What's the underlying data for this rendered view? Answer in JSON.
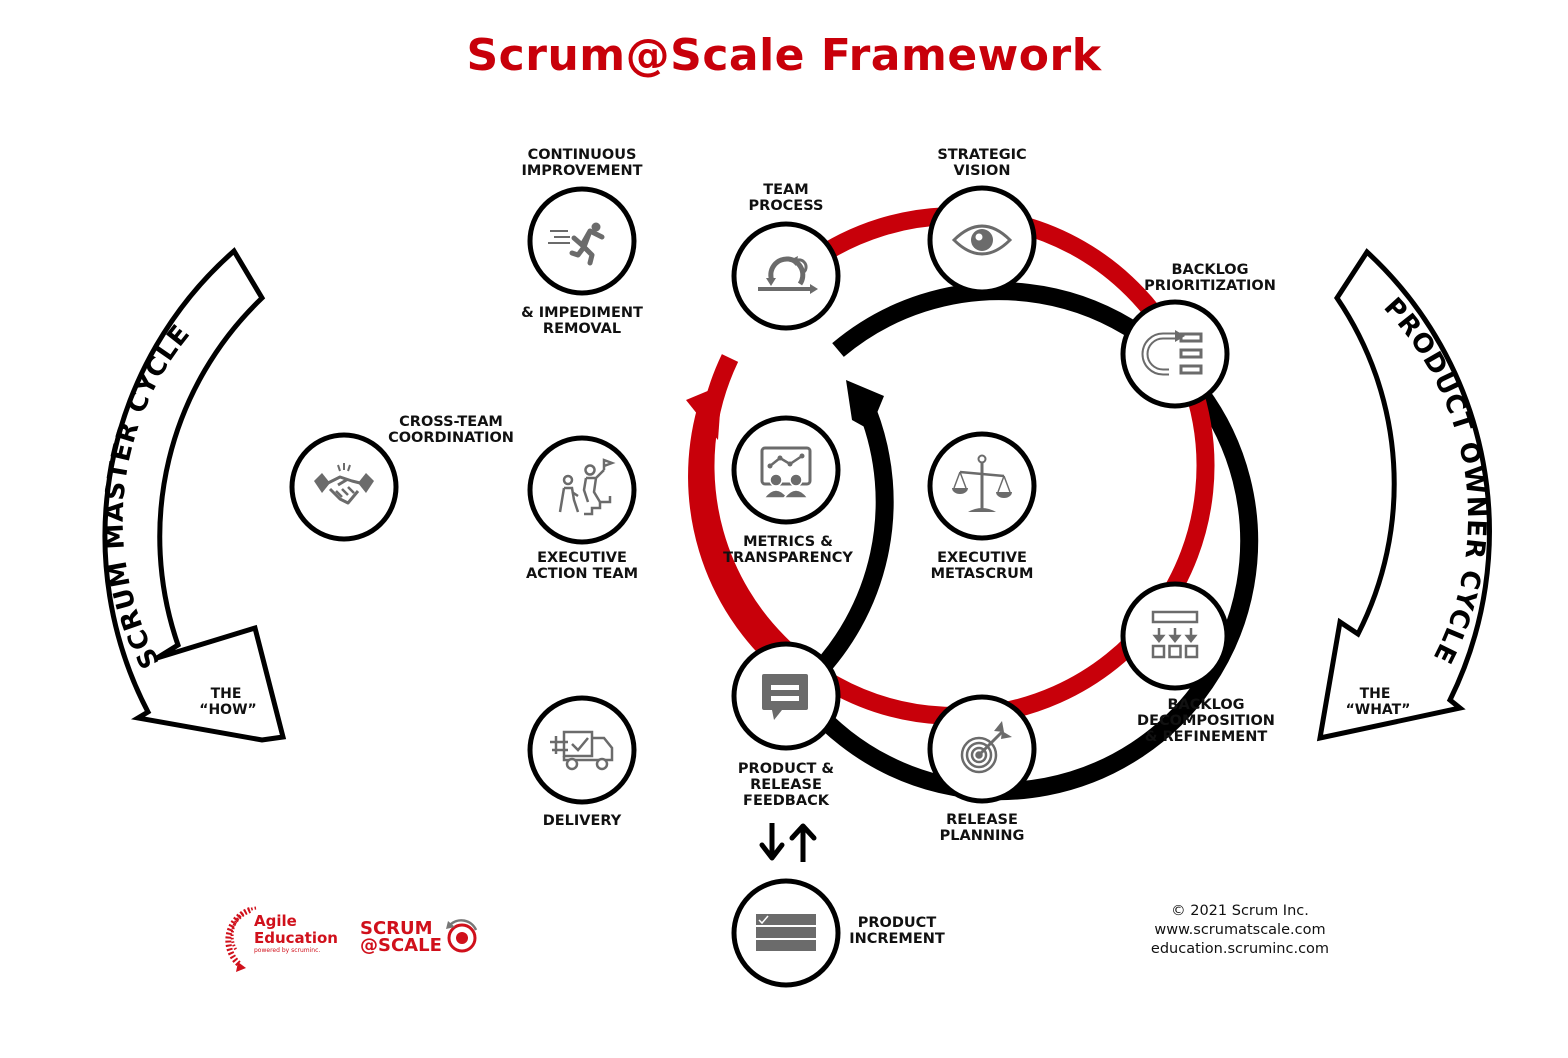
{
  "title": "Scrum@Scale Framework",
  "colors": {
    "brand_red": "#c8000a",
    "cycle_black": "#000000",
    "icon_gray": "#6b6b6b"
  },
  "cycles": {
    "scrum_master": {
      "label": "SCRUM MASTER CYCLE",
      "subtitle_line1": "THE",
      "subtitle_line2": "“HOW”",
      "color": "#000000"
    },
    "product_owner": {
      "label": "PRODUCT OWNER CYCLE",
      "subtitle_line1": "THE",
      "subtitle_line2": "“WHAT”",
      "color": "#c8000a"
    }
  },
  "nodes": {
    "continuous_improvement": {
      "label_top": "CONTINUOUS\nIMPROVEMENT",
      "label_bottom": "& IMPEDIMENT\nREMOVAL",
      "icon": "running-person-icon"
    },
    "team_process": {
      "label": "TEAM\nPROCESS",
      "icon": "scrum-loop-icon"
    },
    "strategic_vision": {
      "label": "STRATEGIC\nVISION",
      "icon": "eye-icon"
    },
    "backlog_prioritization": {
      "label": "BACKLOG\nPRIORITIZATION",
      "icon": "prioritize-list-icon"
    },
    "cross_team_coordination": {
      "label": "CROSS-TEAM\nCOORDINATION",
      "icon": "handshake-icon"
    },
    "executive_action_team": {
      "label": "EXECUTIVE\nACTION TEAM",
      "icon": "people-climbing-stairs-icon"
    },
    "metrics_transparency": {
      "label": "METRICS &\nTRANSPARENCY",
      "icon": "presentation-chart-icon"
    },
    "executive_metascrum": {
      "label": "EXECUTIVE\nMETASCRUM",
      "icon": "balance-scale-icon"
    },
    "backlog_decomposition": {
      "label": "BACKLOG\nDECOMPOSITION\n& REFINEMENT",
      "icon": "decomposition-icon"
    },
    "delivery": {
      "label": "DELIVERY",
      "icon": "delivery-truck-icon"
    },
    "product_release_feedback": {
      "label": "PRODUCT &\nRELEASE\nFEEDBACK",
      "icon": "chat-bubble-icon"
    },
    "release_planning": {
      "label": "RELEASE\nPLANNING",
      "icon": "target-dart-icon"
    },
    "product_increment": {
      "label": "PRODUCT\nINCREMENT",
      "icon": "increment-stack-icon"
    }
  },
  "logos": {
    "agile_education_line1": "Agile",
    "agile_education_line2": "Education",
    "agile_education_tagline": "powered by scruminc.",
    "scrum_scale_line1": "SCRUM",
    "scrum_scale_line2": "@SCALE"
  },
  "footer": {
    "copyright": "© 2021 Scrum Inc.",
    "website1": "www.scrumatscale.com",
    "website2": "education.scruminc.com"
  }
}
